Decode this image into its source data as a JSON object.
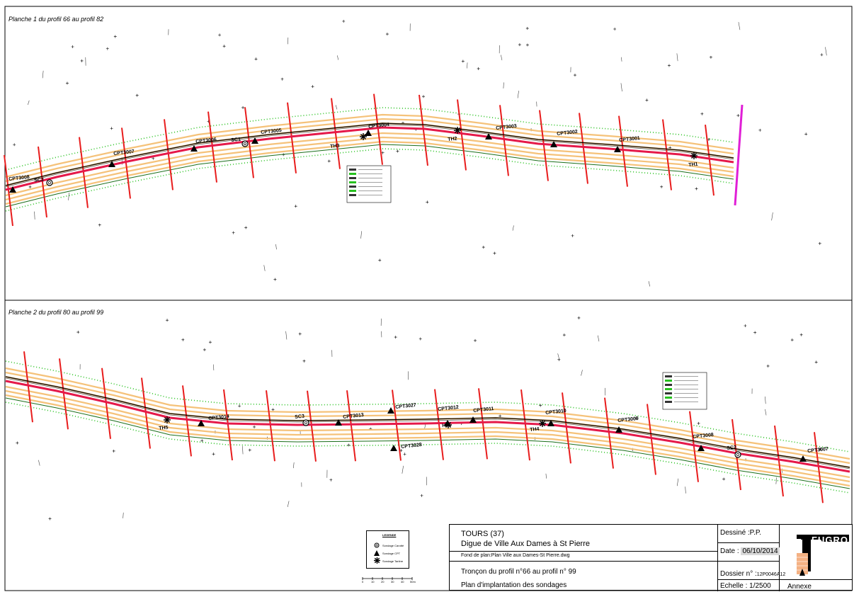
{
  "panels": [
    {
      "label": "Planche 1 du profil 66 au profil 82"
    },
    {
      "label": "Planche 2 du profil 80 au profil 99"
    }
  ],
  "sondages": {
    "panel1": [
      "CPT3008",
      "SC2",
      "CPT3007",
      "CPT3006",
      "SC1",
      "CPT3005",
      "TH3",
      "CPT3004",
      "TH2",
      "CPT3003",
      "CPT3002",
      "CPT3001",
      "TH1"
    ],
    "panel2": [
      "TH5",
      "CPT3014",
      "SC3",
      "CPT3013",
      "CPT3027",
      "CPT3012",
      "H9",
      "CPT3011",
      "CPT3028",
      "TH4",
      "CPT3010",
      "CPT3009",
      "CPT3008",
      "SC2",
      "CPT3007"
    ]
  },
  "legend": {
    "title": "LEGENDE",
    "items": [
      {
        "symbol": "circle",
        "label": "Sondage Carotté"
      },
      {
        "symbol": "triangle",
        "label": "Sondage CPT"
      },
      {
        "symbol": "star",
        "label": "Sondage Tarière"
      }
    ]
  },
  "scale": {
    "ticks": [
      "0",
      "10",
      "20",
      "30",
      "40",
      "50m"
    ]
  },
  "title_block": {
    "location": "TOURS (37)",
    "project": "Digue de Ville Aux Dames à St Pierre",
    "background": "Fond de plan:Plan Ville aux Dames-St Pierre.dwg",
    "section": "Tronçon du profil n°66 au profil n° 99",
    "plan_title": "Plan d'implantation des sondages",
    "drawn_by": "Dessiné :P.P.",
    "date_label": "Date : ",
    "date_value": "06/10/2014",
    "dossier_label": "Dossier n° :",
    "dossier_value": "12P0046A12",
    "scale_text": "Echelle : 1/2500",
    "annexe": "Annexe",
    "company": "FUGRO"
  },
  "colors": {
    "centerline": "#e5194a",
    "profiles": "#e81c1c",
    "road": "#f5c27a",
    "vegetation": "#27c21f",
    "boundary": "#e01fd6",
    "logo_accent": "#f4b183",
    "date_highlight": "#d9d9d9"
  }
}
